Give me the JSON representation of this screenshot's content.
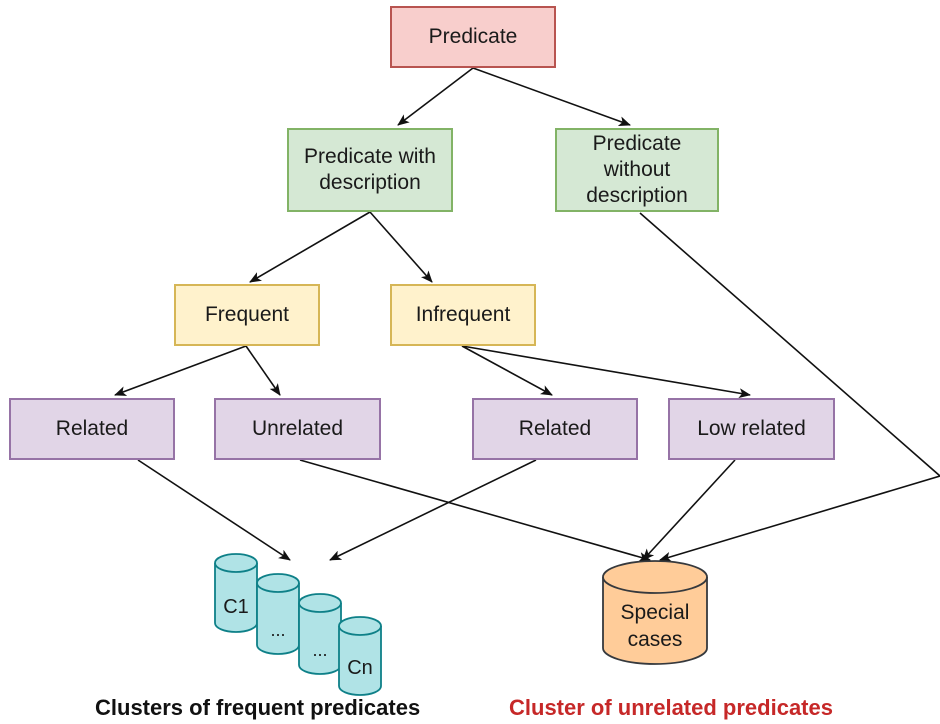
{
  "nodes": {
    "predicate": "Predicate",
    "with_description": "Predicate with\ndescription",
    "without_description": "Predicate\nwithout\ndescription",
    "frequent": "Frequent",
    "infrequent": "Infrequent",
    "related_frequent": "Related",
    "unrelated": "Unrelated",
    "related_infrequent": "Related",
    "low_related": "Low related"
  },
  "clusters": {
    "c1": "C1",
    "c2": "...",
    "c3": "...",
    "cn": "Cn"
  },
  "special": {
    "line1": "Special",
    "line2": "cases"
  },
  "captions": {
    "frequent_clusters": "Clusters of frequent predicates",
    "unrelated_cluster": "Cluster of unrelated predicates"
  },
  "colors": {
    "unrelated_caption": "#c62828",
    "frequent_caption": "#111111"
  }
}
